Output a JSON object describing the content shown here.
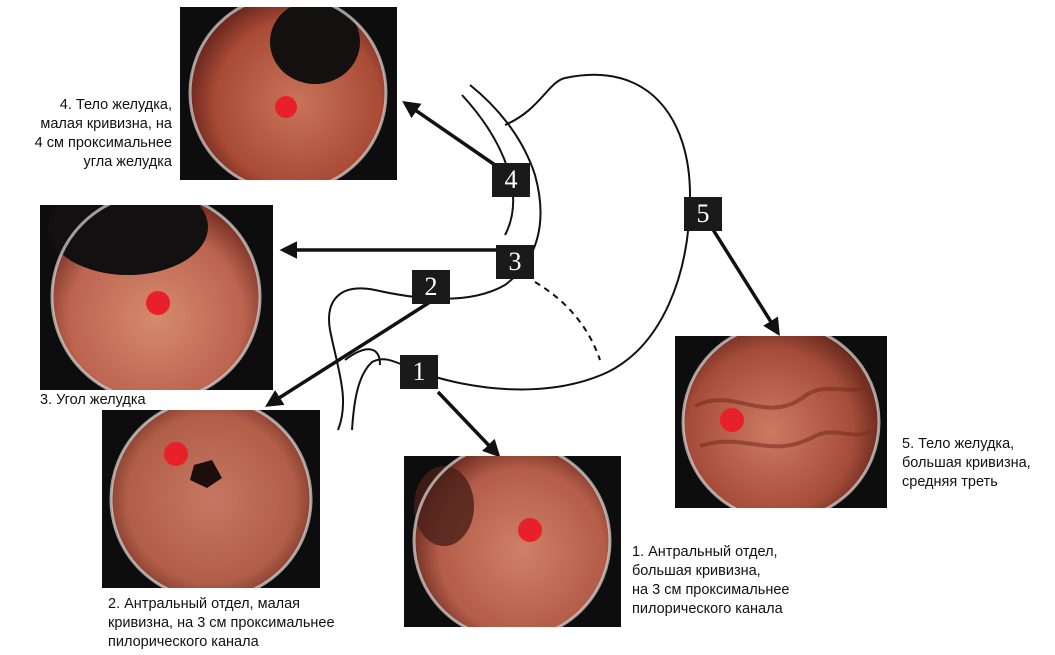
{
  "points": [
    {
      "number": "1",
      "caption": [
        "1. Антральный отдел,",
        "большая кривизна,",
        "на 3 см проксимальнее",
        "пилорического канала"
      ]
    },
    {
      "number": "2",
      "caption": [
        "2. Антральный отдел, малая",
        "кривизна, на 3 см проксимальнее",
        "пилорического канала"
      ]
    },
    {
      "number": "3",
      "caption": [
        "3. Угол желудка"
      ]
    },
    {
      "number": "4",
      "caption": [
        "4. Тело желудка,",
        "малая кривизна, на",
        "4 см проксимальнее",
        "угла желудка"
      ]
    },
    {
      "number": "5",
      "caption": [
        "5. Тело желудка,",
        "большая кривизна,",
        "средняя треть"
      ]
    }
  ],
  "colors": {
    "mucosa": "#c0614a",
    "mucosa_dark": "#7a2e22",
    "marker": "#e8202a",
    "frame": "#0d0d0d",
    "badge": "#1a1a1a",
    "line": "#111111"
  },
  "icons": {
    "marker": "red-dot-marker"
  }
}
